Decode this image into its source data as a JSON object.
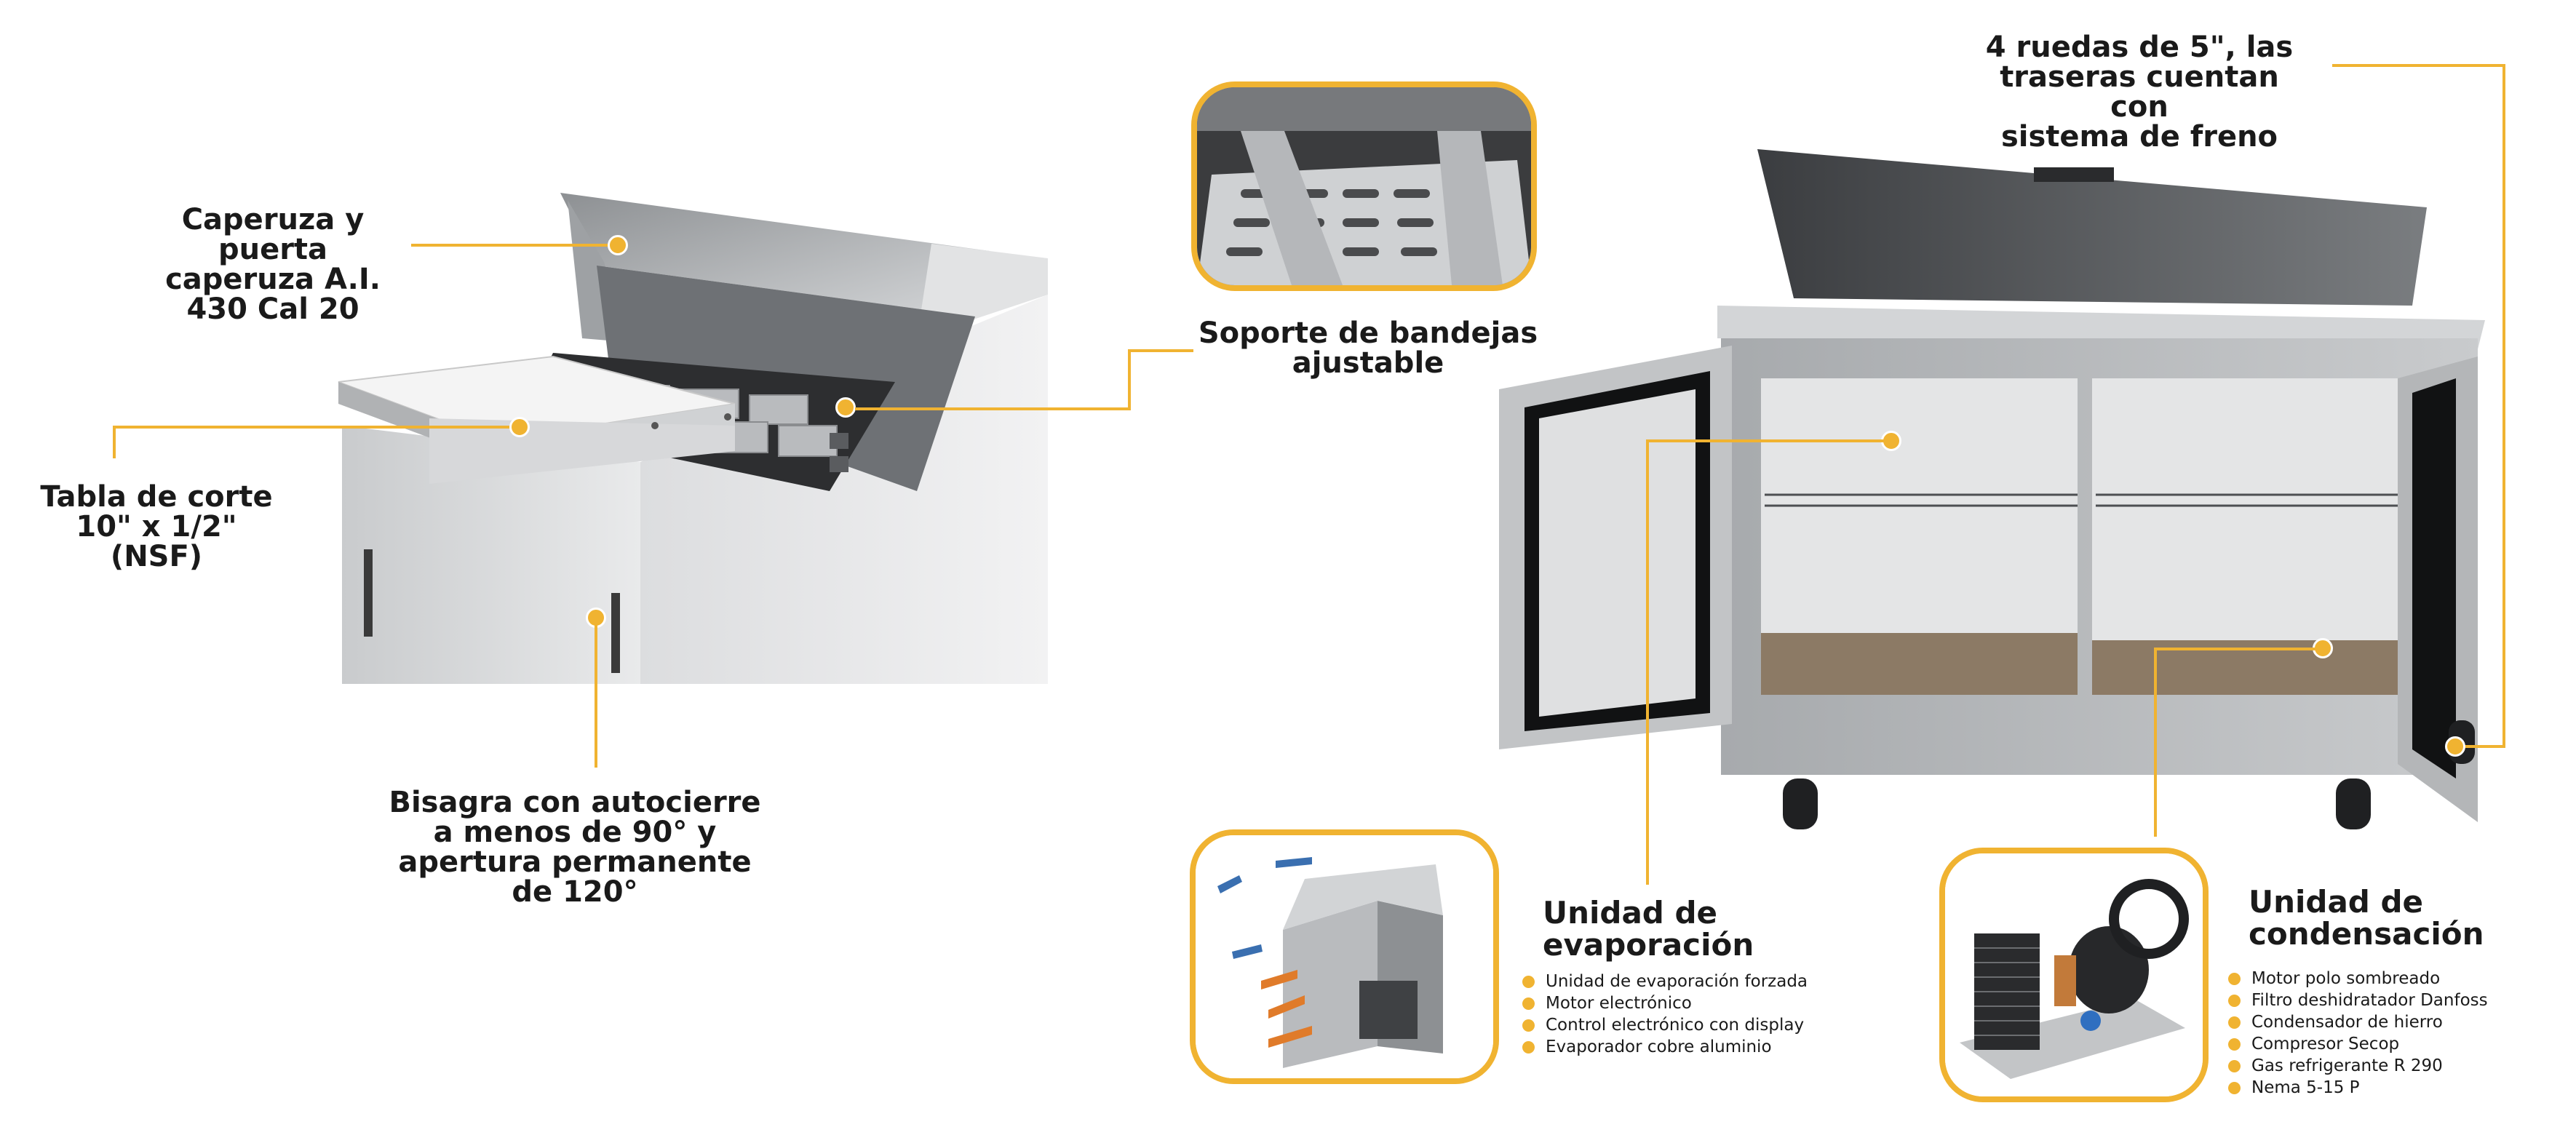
{
  "accent_color": "#f0b331",
  "left_unit": {
    "callouts": {
      "caperuza": [
        "Caperuza y",
        "puerta",
        "caperuza A.I.",
        "430 Cal 20"
      ],
      "tabla": [
        "Tabla de corte",
        "10\" x 1/2\" (NSF)"
      ],
      "bisagra": [
        "Bisagra con autocierre",
        "a menos de 90° y",
        "apertura permanente",
        "de 120°"
      ]
    }
  },
  "tray_support": {
    "label": [
      "Soporte de bandejas",
      "ajustable"
    ]
  },
  "wheels": {
    "label": [
      "4 ruedas de 5\", las",
      "traseras cuentan con",
      "sistema de freno"
    ]
  },
  "evaporation": {
    "title": [
      "Unidad de",
      "evaporación"
    ],
    "items": [
      "Unidad de evaporación forzada",
      "Motor electrónico",
      "Control electrónico con display",
      "Evaporador cobre aluminio"
    ]
  },
  "condensation": {
    "title": [
      "Unidad de",
      "condensación"
    ],
    "items": [
      "Motor polo sombreado",
      "Filtro deshidratador Danfoss",
      "Condensador de hierro",
      "Compresor Secop",
      "Gas refrigerante R 290",
      "Nema 5-15 P"
    ]
  }
}
